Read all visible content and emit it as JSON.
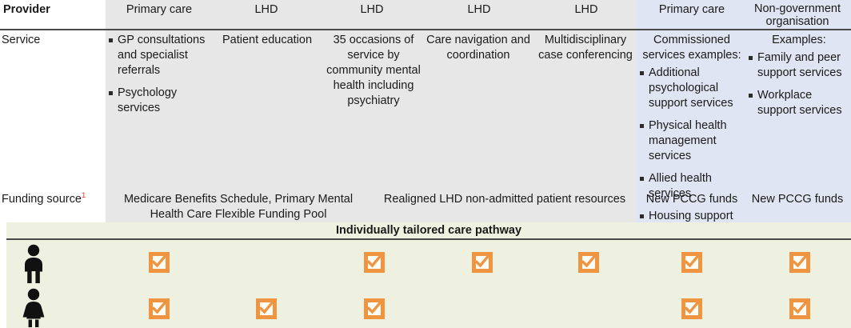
{
  "colors": {
    "band_gray": "#e7e7e7",
    "band_blue": "#dfe5f2",
    "panel_cream": "#eef0e0",
    "check_orange": "#ef9440",
    "rule": "#4a4a48",
    "footnote_red": "#e23a2e"
  },
  "row_labels": {
    "provider": "Provider",
    "service": "Service",
    "funding_source": "Funding source",
    "funding_source_footnote": "1"
  },
  "columns": [
    {
      "id": "col1",
      "header": "Primary care",
      "header_lines": [
        "Primary care"
      ]
    },
    {
      "id": "col2",
      "header": "LHD",
      "header_lines": [
        "LHD"
      ]
    },
    {
      "id": "col3",
      "header": "LHD",
      "header_lines": [
        "LHD"
      ]
    },
    {
      "id": "col4",
      "header": "LHD",
      "header_lines": [
        "LHD"
      ]
    },
    {
      "id": "col5",
      "header": "LHD",
      "header_lines": [
        "LHD"
      ]
    },
    {
      "id": "col6",
      "header": "Primary care",
      "header_lines": [
        "Primary care"
      ]
    },
    {
      "id": "col7",
      "header": "Non-government organisation",
      "header_lines": [
        "Non-government",
        "organisation"
      ]
    }
  ],
  "services": {
    "col1": {
      "type": "bullets",
      "items": [
        "GP consultations and specialist referrals",
        "Psychology services"
      ]
    },
    "col2": {
      "type": "text",
      "text": "Patient education"
    },
    "col3": {
      "type": "text",
      "text": "35 occasions of service by community mental health including psychiatry"
    },
    "col4": {
      "type": "text",
      "text": "Care navigation and coordination"
    },
    "col5": {
      "type": "text",
      "text": "Multidisciplinary case conferencing"
    },
    "col6": {
      "type": "bullets",
      "heading": "Commissioned services examples:",
      "items": [
        "Additional psychological support services",
        "Physical health management services",
        "Allied health services",
        "Housing support"
      ]
    },
    "col7": {
      "type": "bullets",
      "heading": "Examples:",
      "items": [
        "Family and peer support services",
        "Workplace support services"
      ]
    }
  },
  "funding": {
    "group_primary": "Medicare Benefits Schedule, Primary Mental Health Care Flexible Funding Pool",
    "group_lhd": "Realigned LHD non-admitted patient resources",
    "col6": "New PCCG funds",
    "col7": "New PCCG funds"
  },
  "pathway": {
    "label": "Individually tailored care pathway",
    "rows": [
      {
        "id": "male",
        "icon": "male-person-icon",
        "checked": [
          "col1",
          "col3",
          "col4",
          "col5",
          "col6",
          "col7"
        ]
      },
      {
        "id": "female",
        "icon": "female-person-icon",
        "checked": [
          "col1",
          "col2",
          "col3",
          "col6",
          "col7"
        ]
      }
    ]
  }
}
